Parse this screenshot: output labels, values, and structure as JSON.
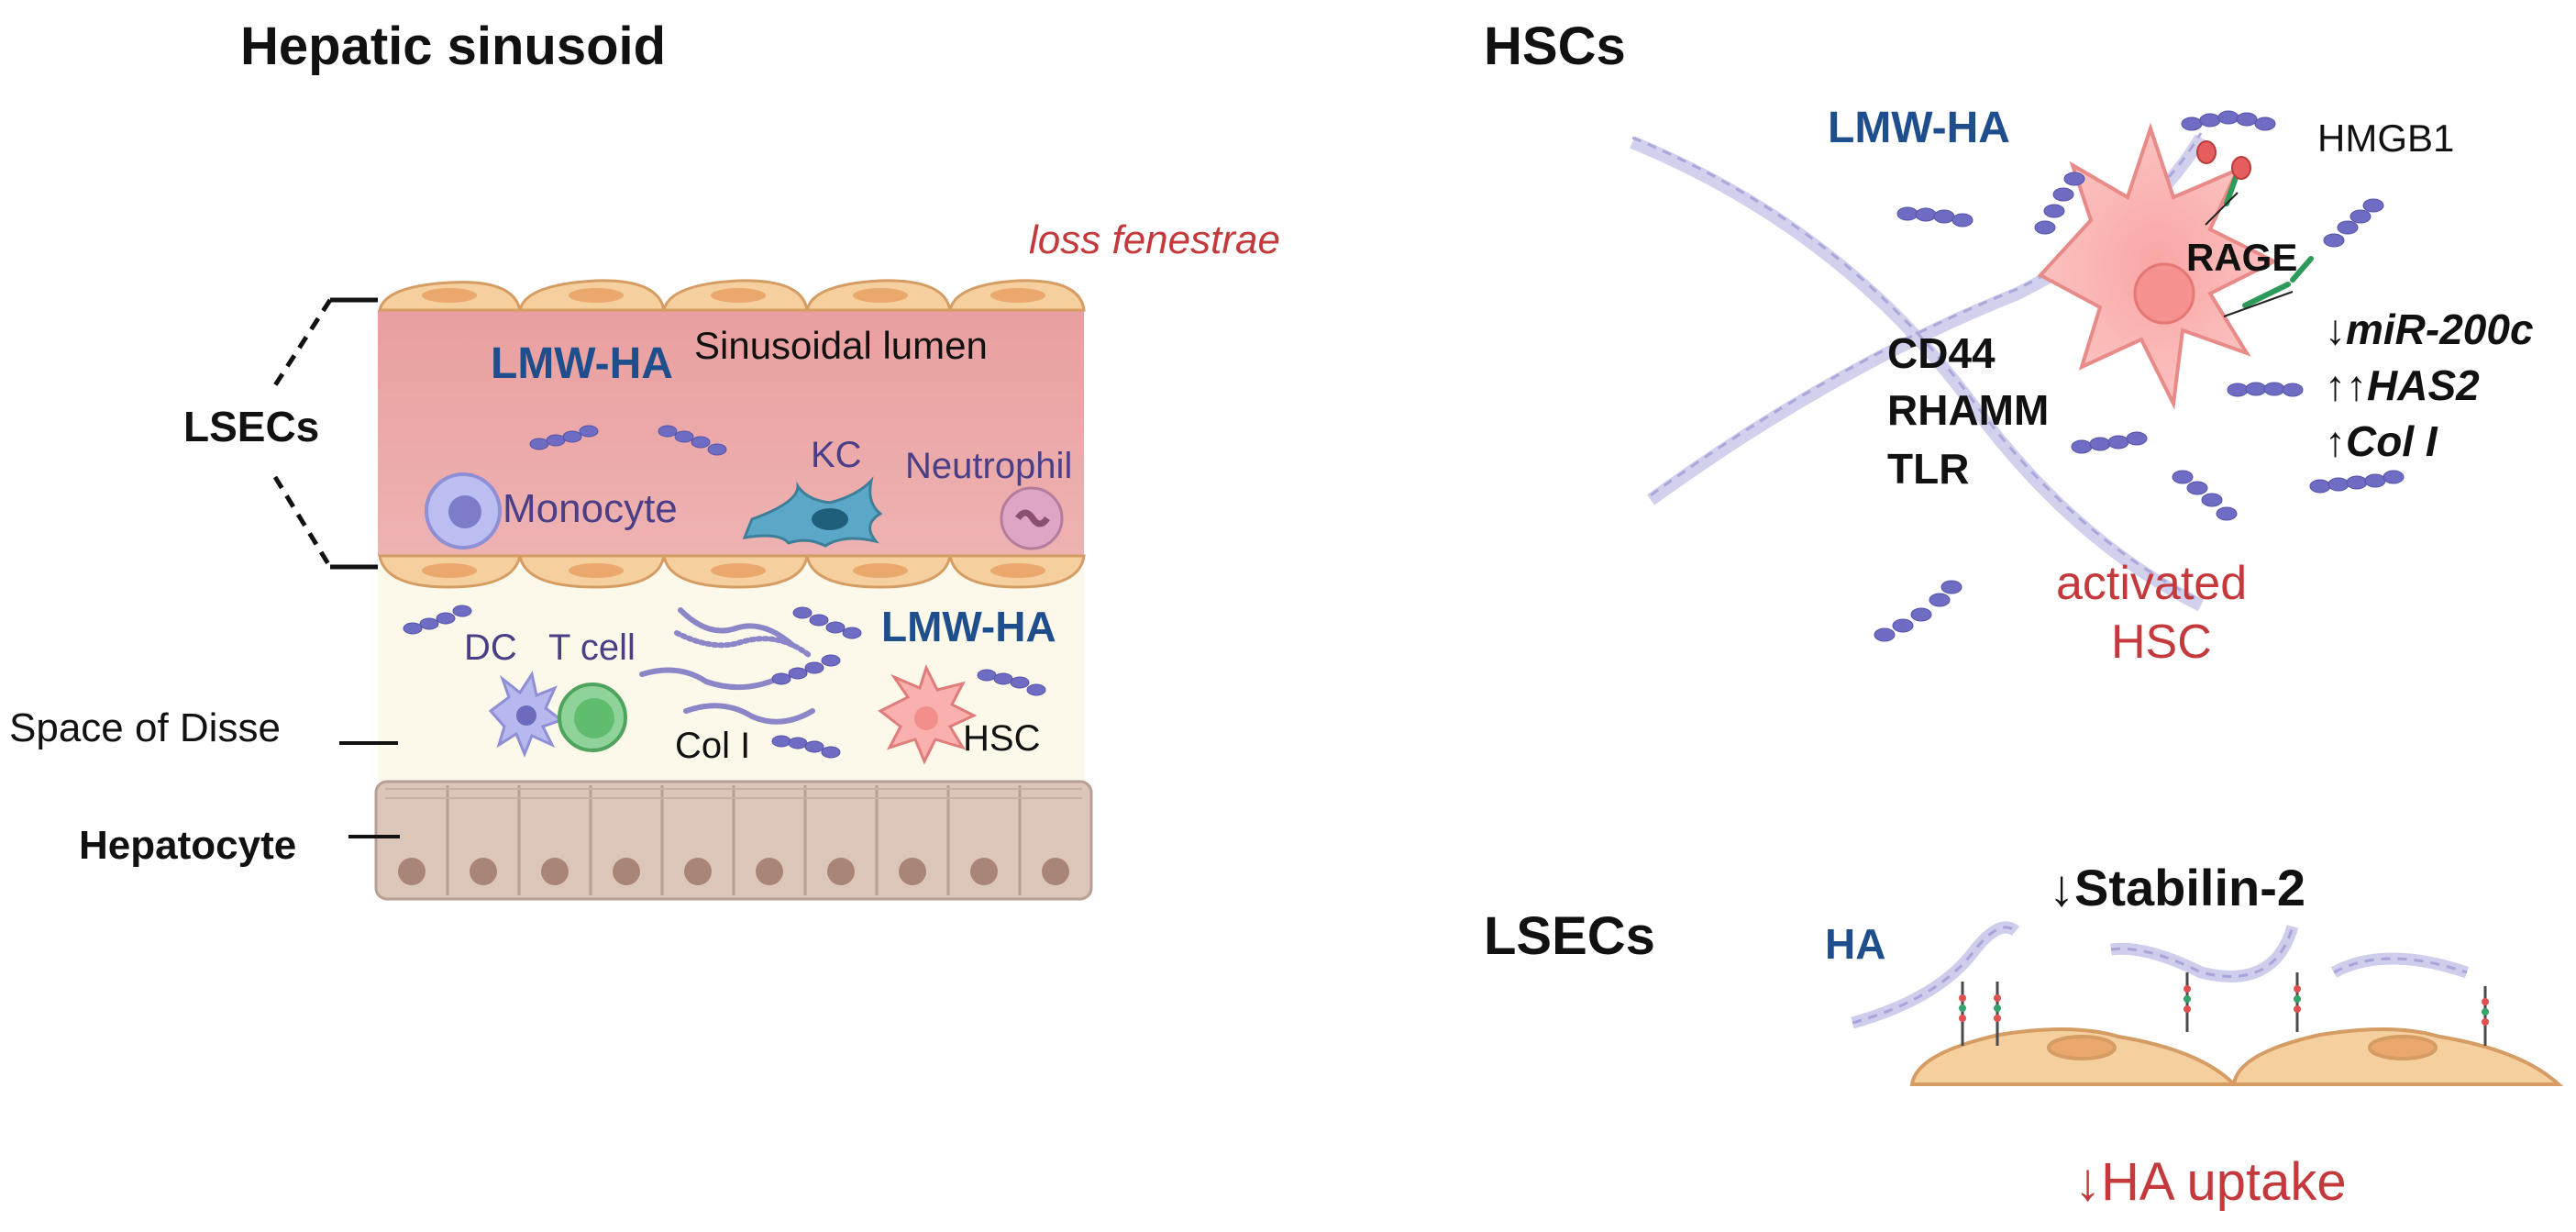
{
  "panels": {
    "sinusoid": {
      "title": "Hepatic sinusoid",
      "loss_fenestrae": "loss fenestrae",
      "lsecs": "LSECs",
      "lumen": "Sinusoidal lumen",
      "lmw_ha_lumen": "LMW-HA",
      "monocyte": "Monocyte",
      "kc": "KC",
      "neutrophil": "Neutrophil",
      "space_of_disse": "Space of Disse",
      "dc": "DC",
      "t_cell": "T cell",
      "lmw_ha_disse": "LMW-HA",
      "col_i": "Col I",
      "hsc": "HSC",
      "hepatocyte": "Hepatocyte"
    },
    "hscs": {
      "title": "HSCs",
      "lmw_ha": "LMW-HA",
      "hmgb1": "HMGB1",
      "rage": "RAGE",
      "receptors": [
        "CD44",
        "RHAMM",
        "TLR"
      ],
      "changes": [
        "↓miR-200c",
        "↑↑HAS2",
        "↑Col I"
      ],
      "activated_line1": "activated",
      "activated_line2": "HSC"
    },
    "lsecs": {
      "title": "LSECs",
      "stabilin": "↓Stabilin-2",
      "ha": "HA",
      "uptake": "↓HA uptake"
    }
  },
  "colors": {
    "lumen": "#e8a8a8",
    "lsec": "#f4c99a",
    "disse": "#fdf9ea",
    "hepatocyte": "#dec9bd",
    "lmw_ha_text": "#1f4e8c",
    "activated_text": "#c4393c",
    "ha_chain": "#6e6cc4"
  }
}
